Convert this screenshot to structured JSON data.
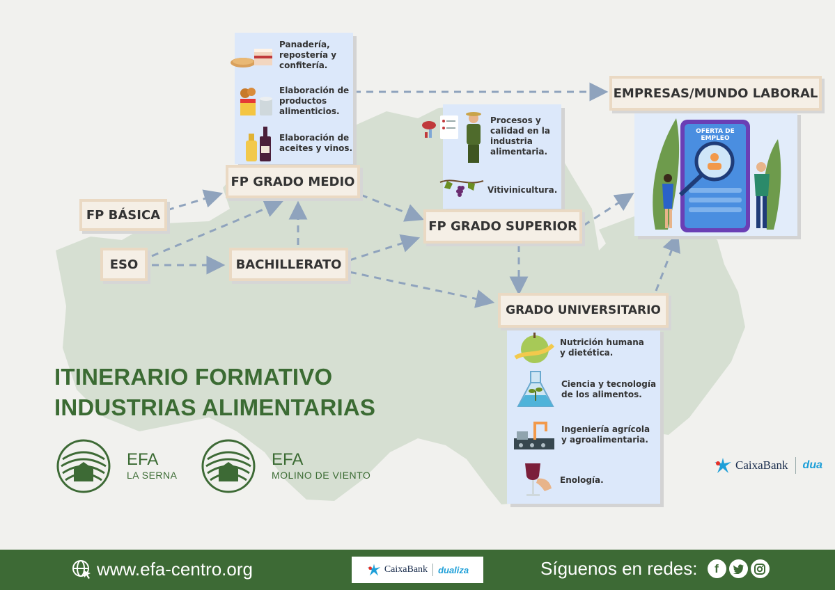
{
  "nodes": {
    "fp_basica": "FP BÁSICA",
    "eso": "ESO",
    "bachillerato": "BACHILLERATO",
    "fp_grado_medio": "FP GRADO MEDIO",
    "fp_grado_superior": "FP GRADO SUPERIOR",
    "grado_universitario": "GRADO UNIVERSITARIO",
    "empresas": "EMPRESAS/MUNDO LABORAL"
  },
  "grado_medio_items": [
    {
      "label": "Panadería,\nrepostería y\nconfitería.",
      "icon": "cake-bread-icon"
    },
    {
      "label": "Elaboración de\nproductos\nalimenticios.",
      "icon": "food-products-icon"
    },
    {
      "label": "Elaboración de\naceites y vinos.",
      "icon": "oil-wine-bottles-icon"
    }
  ],
  "grado_superior_items": [
    {
      "label": "Procesos y\ncalidad en la\nindustria\nalimentaria.",
      "icon": "quality-worker-icon"
    },
    {
      "label": "Vitivinicultura.",
      "icon": "grapevine-icon"
    }
  ],
  "universitario_items": [
    {
      "label": "Nutrición humana\ny dietética.",
      "icon": "apple-tape-icon"
    },
    {
      "label": "Ciencia y tecnología\nde los alimentos.",
      "icon": "flask-plant-icon"
    },
    {
      "label": "Ingeniería agrícola\ny agroalimentaria.",
      "icon": "machinery-icon"
    },
    {
      "label": "Enología.",
      "icon": "wine-glass-icon"
    }
  ],
  "job_offer": {
    "line1": "OFERTA DE",
    "line2": "EMPLEO"
  },
  "title": "ITINERARIO FORMATIVO\nINDUSTRIAS ALIMENTARIAS",
  "schools": [
    {
      "name": "EFA",
      "place": "LA SERNA"
    },
    {
      "name": "EFA",
      "place": "MOLINO DE VIENTO"
    }
  ],
  "sponsor": {
    "bank": "CaixaBank",
    "partner": "dualiza",
    "partner_cut": "dua"
  },
  "footer": {
    "website": "www.efa-centro.org",
    "social_label": "Síguenos en redes:",
    "social": [
      "f",
      "t",
      "o"
    ]
  },
  "colors": {
    "title_green": "#3b6b33",
    "footer_green": "#3d6a35",
    "box_fill": "#f5efe6",
    "box_border": "#ead9c3",
    "panel_fill": "#dce8fa",
    "arrow": "#8fa3bd",
    "map": "#d6dfd2"
  }
}
